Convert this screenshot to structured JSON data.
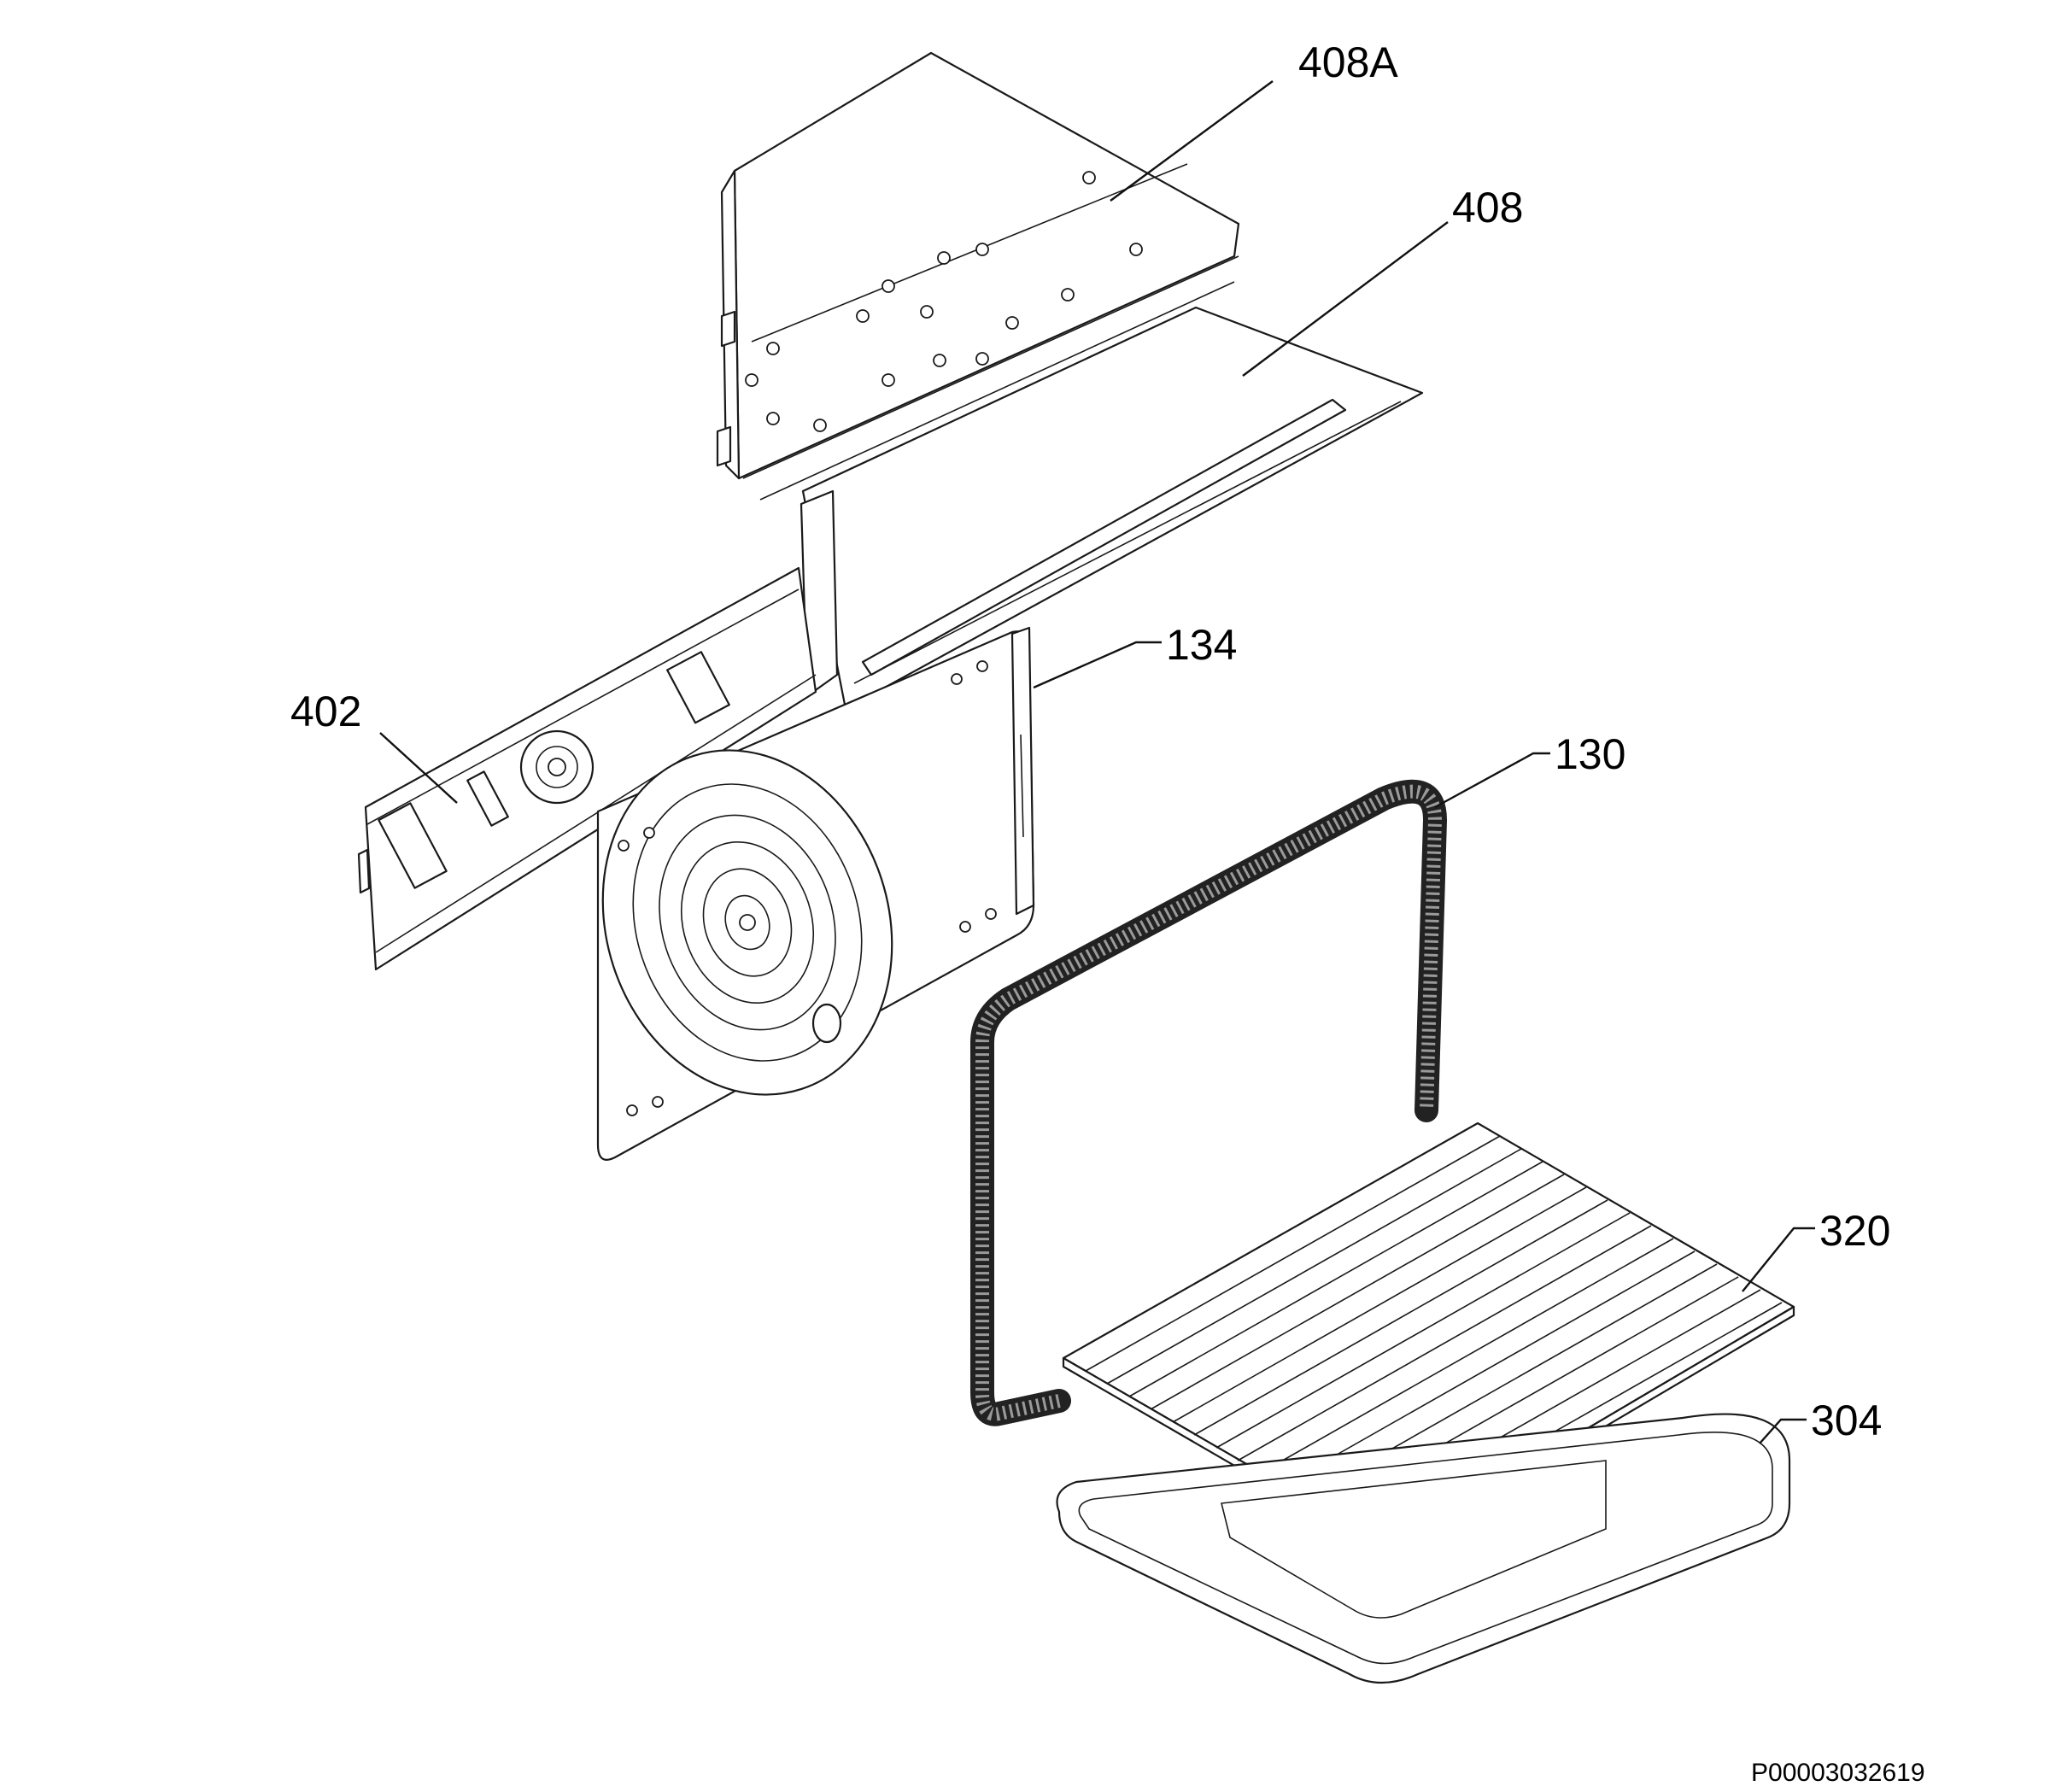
{
  "labels": {
    "p408a": "408A",
    "p408": "408",
    "p134": "134",
    "p402": "402",
    "p130": "130",
    "p320": "320",
    "p304": "304"
  },
  "drawing_code": "P00003032619"
}
